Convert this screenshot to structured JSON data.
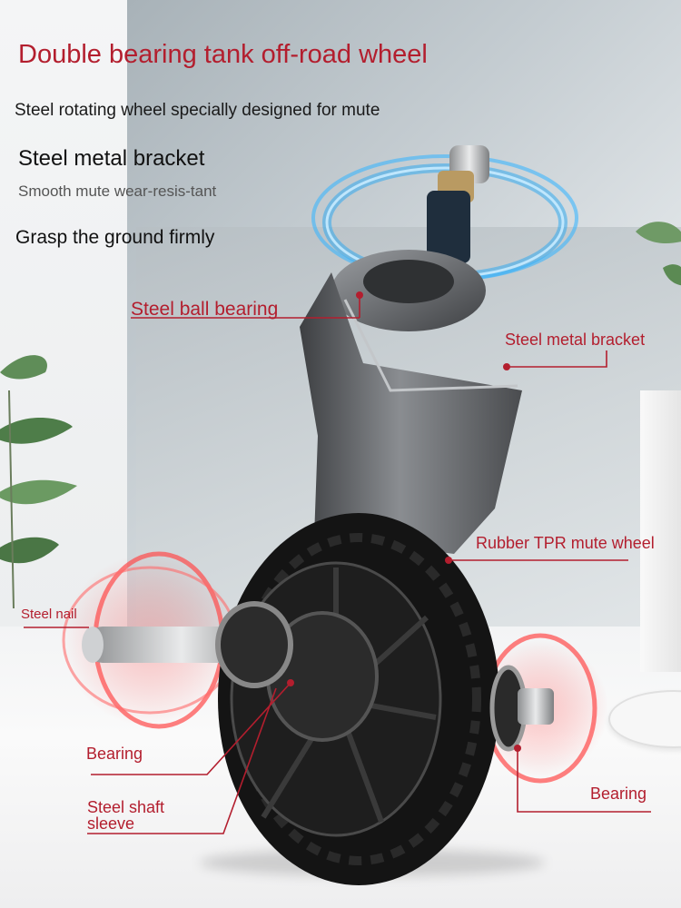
{
  "header": {
    "headline": "Double bearing tank off-road wheel",
    "subheadline": "Steel rotating wheel specially designed for mute"
  },
  "features": {
    "bracket": "Steel metal bracket",
    "mute": "Smooth mute wear-resis-tant",
    "grip": "Grasp the ground firmly"
  },
  "callouts": {
    "steel_ball_bearing": "Steel ball bearing",
    "steel_metal_bracket": "Steel metal bracket",
    "rubber_wheel": "Rubber TPR mute wheel",
    "steel_nail": "Steel nail",
    "bearing_left": "Bearing",
    "steel_shaft_sleeve": "Steel shaft sleeve",
    "bearing_right": "Bearing"
  },
  "colors": {
    "accent": "#b31e2e",
    "text": "#111111",
    "glow_blue": "#29a8f0",
    "glow_red": "#f04040"
  }
}
